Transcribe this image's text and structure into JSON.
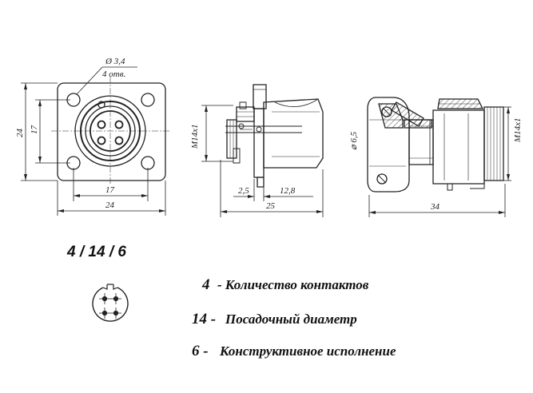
{
  "front_view": {
    "hole_note_line1": "Ø 3,4",
    "hole_note_line2": "4 отв.",
    "dim_width_outer": "24",
    "dim_width_inner": "17",
    "dim_height_outer": "24",
    "dim_height_inner": "17"
  },
  "side_view": {
    "thread_label": "M14x1",
    "dim_flange": "2,5",
    "dim_body": "12,8",
    "dim_length": "25"
  },
  "section_view": {
    "diameter_label": "⌀ 6,5",
    "thread_label": "M14x1",
    "dim_length": "34"
  },
  "code": "4 / 14 / 6",
  "legend": [
    {
      "num": "4",
      "text": "- Количество контактов"
    },
    {
      "num": "14 -",
      "text": "Посадочный диаметр"
    },
    {
      "num": "6 -",
      "text": "Конструктивное исполнение"
    }
  ]
}
